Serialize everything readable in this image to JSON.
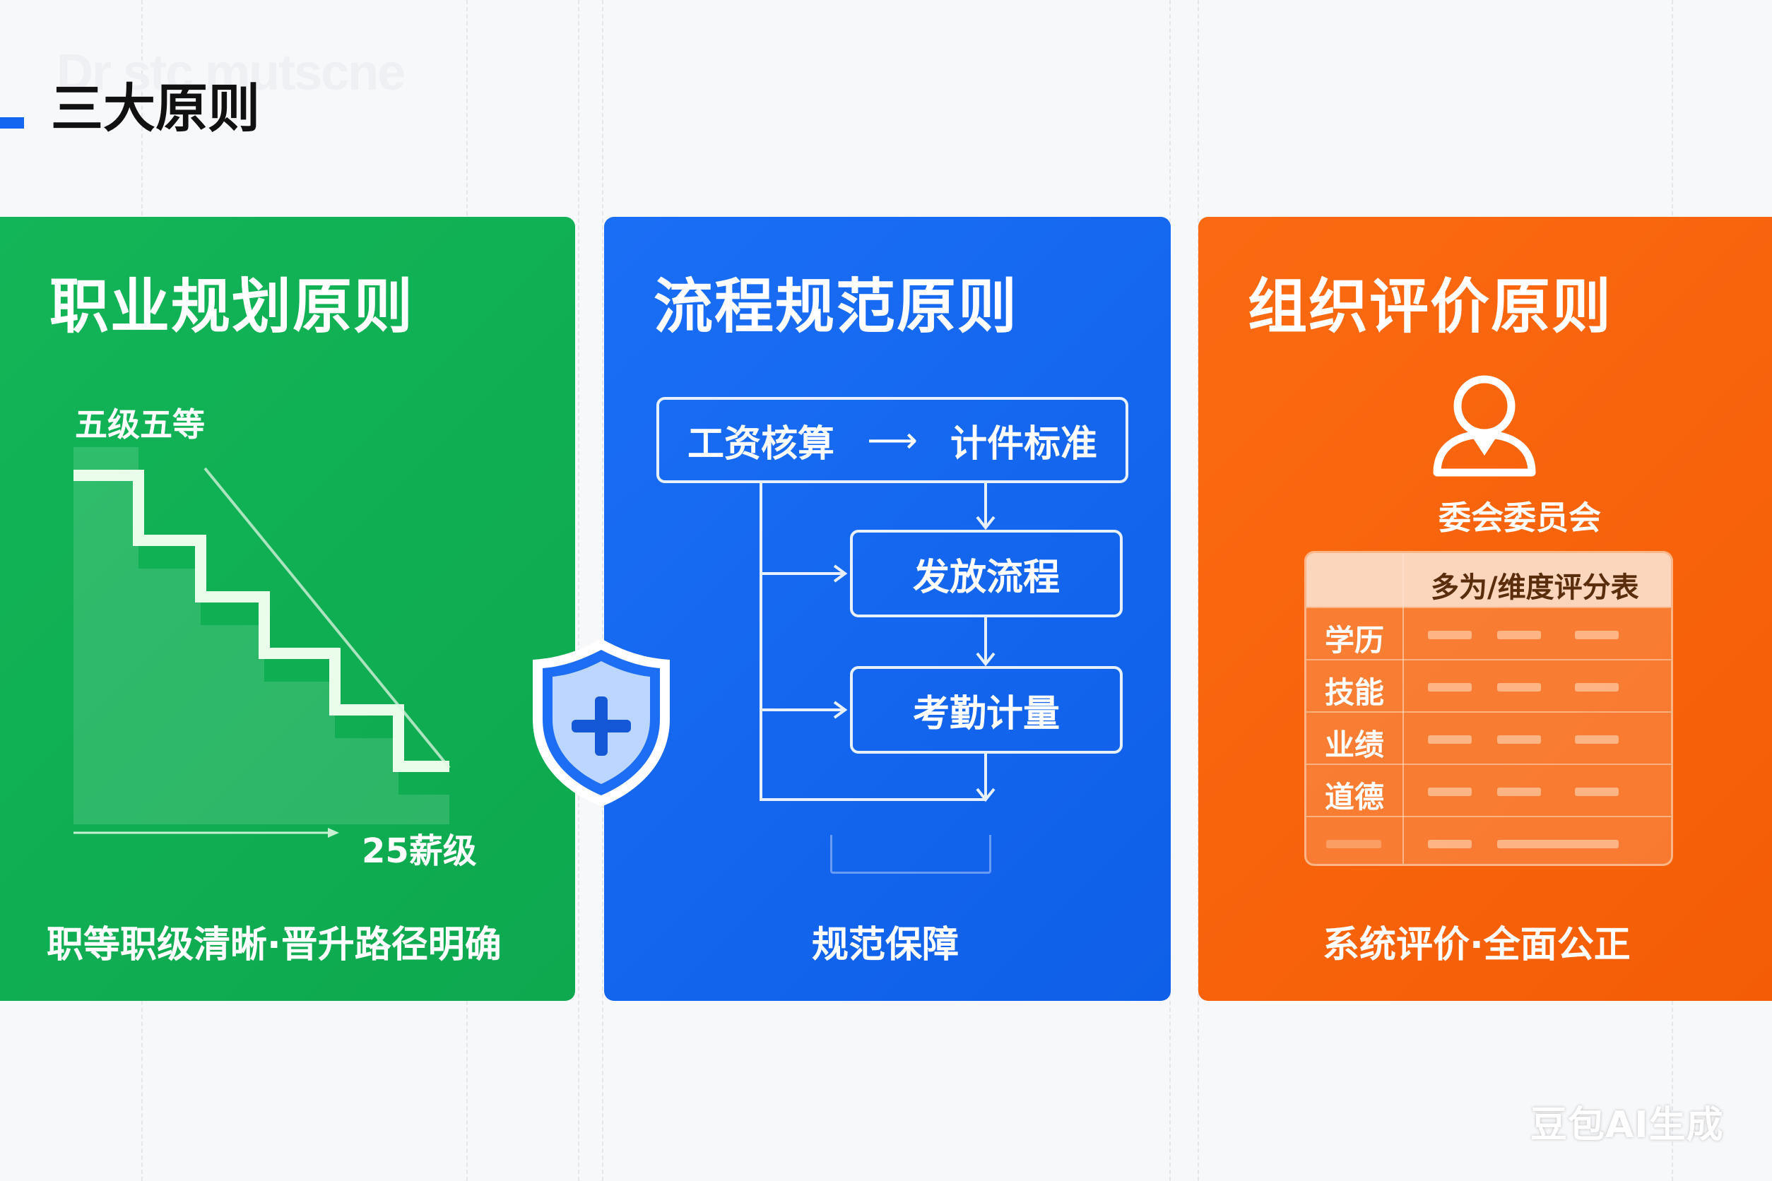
{
  "header": {
    "ghost_text": "Dr stc mutscne",
    "title": "三大原则"
  },
  "cards": {
    "career": {
      "title": "职业规划原则",
      "level_label": "五级五等",
      "salary_label": "25薪级",
      "footer": "职等职级清晰·晋升路径明确",
      "color": "#12b557"
    },
    "process": {
      "title": "流程规范原则",
      "top_left": "工资核算",
      "top_arrow": "⟶",
      "top_right": "计件标准",
      "step1": "发放流程",
      "step2": "考勤计量",
      "footer": "规范保障",
      "color": "#1a6ef5"
    },
    "evaluation": {
      "title": "组织评价原则",
      "icon": "person-icon",
      "committee": "委会委员会",
      "table_header": "多为/维度评分表",
      "rows": [
        "学历",
        "技能",
        "业绩",
        "道德",
        ""
      ],
      "footer": "系统评价·全面公正",
      "color": "#fb6a12"
    }
  },
  "shield": {
    "icon": "shield-plus-icon",
    "color": "#1a6ef5"
  },
  "watermark": "豆包AI生成"
}
